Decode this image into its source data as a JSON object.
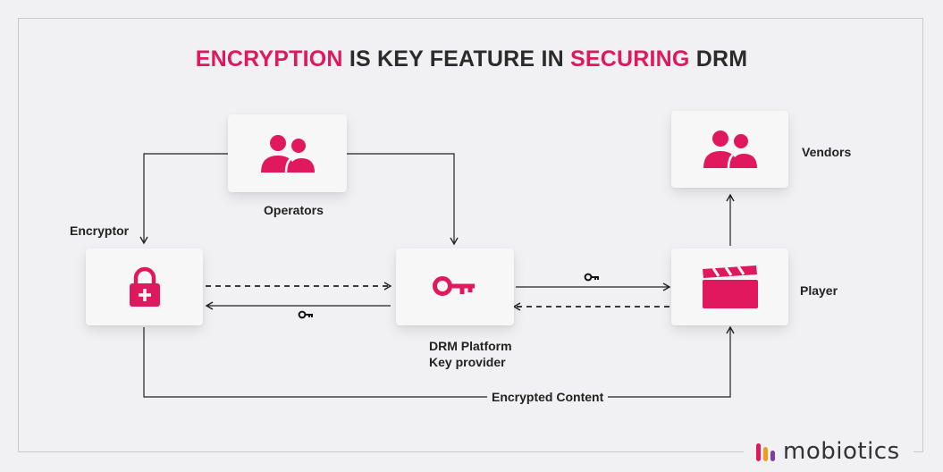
{
  "title": {
    "part1": "ENCRYPTION",
    "part2": "IS KEY FEATURE IN",
    "part3": "SECURING",
    "part4": "DRM"
  },
  "nodes": {
    "operators": {
      "label": "Operators",
      "icon": "users-icon"
    },
    "vendors": {
      "label": "Vendors",
      "icon": "users-icon"
    },
    "encryptor": {
      "label": "Encryptor",
      "icon": "lock-plus-icon"
    },
    "drm": {
      "label_line1": "DRM Platform",
      "label_line2": "Key provider",
      "icon": "key-icon"
    },
    "player": {
      "label": "Player",
      "icon": "clapperboard-icon"
    }
  },
  "edges": {
    "encrypted_content": "Encrypted Content"
  },
  "brand": {
    "name": "mobiotics",
    "accent": "#e0185e"
  }
}
